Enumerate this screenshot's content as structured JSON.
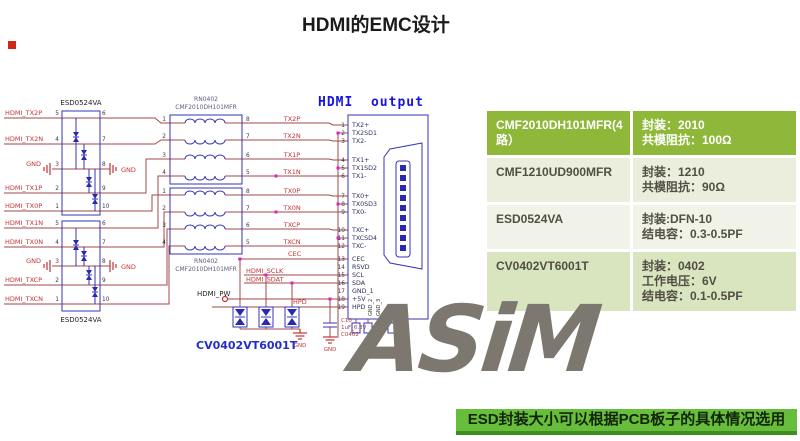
{
  "page": {
    "title": "HDMI的EMC设计"
  },
  "schematic": {
    "hdmi_title": "HDMI  output",
    "esd1": {
      "name": "ESD0524VA",
      "rows": [
        {
          "signal": "HDMI_TX2P",
          "pl": "5",
          "pr": "6"
        },
        {
          "signal": "HDMI_TX2N",
          "pl": "4",
          "pr": "7"
        },
        {
          "signal": "GND",
          "pl": "3",
          "pr": "8",
          "gnd": "GND"
        },
        {
          "signal": "HDMI_TX1P",
          "pl": "2",
          "pr": "9"
        },
        {
          "signal": "HDMI_TX0P",
          "pl": "1",
          "pr": "10"
        }
      ]
    },
    "esd2": {
      "name": "ESD0524VA",
      "rows": [
        {
          "signal": "HDMI_TX1N",
          "pl": "5",
          "pr": "6"
        },
        {
          "signal": "HDMI_TX0N",
          "pl": "4",
          "pr": "7"
        },
        {
          "signal": "GND",
          "pl": "3",
          "pr": "8",
          "gnd": "GND"
        },
        {
          "signal": "HDMI_TXCP",
          "pl": "2",
          "pr": "9"
        },
        {
          "signal": "HDMI_TXCN",
          "pl": "1",
          "pr": "10"
        }
      ]
    },
    "cmf1": {
      "ref": "RN0402",
      "part": "CMF2010DH101MFR",
      "pins_l": [
        "1",
        "2",
        "3",
        "4"
      ],
      "pins_r": [
        "8",
        "7",
        "6",
        "5"
      ]
    },
    "cmf2": {
      "ref": "RN0402",
      "part": "CMF2010DH101MFR",
      "pins_l": [
        "1",
        "2",
        "3",
        "4"
      ],
      "pins_r": [
        "8",
        "7",
        "6",
        "5"
      ]
    },
    "net_labels": [
      "TX2P",
      "TX2N",
      "TX1P",
      "TX1N",
      "TX0P",
      "TX0N",
      "TXCP",
      "TXCN"
    ],
    "connector": {
      "pins": [
        {
          "n": "1",
          "name": "TX2+"
        },
        {
          "n": "2",
          "name": "TX2SD1"
        },
        {
          "n": "3",
          "name": "TX2-"
        },
        {
          "n": "4",
          "name": "TX1+"
        },
        {
          "n": "5",
          "name": "TX1SD2"
        },
        {
          "n": "6",
          "name": "TX1-"
        },
        {
          "n": "7",
          "name": "TX0+"
        },
        {
          "n": "8",
          "name": "TX0SD3"
        },
        {
          "n": "9",
          "name": "TX0-"
        },
        {
          "n": "10",
          "name": "TXC+"
        },
        {
          "n": "11",
          "name": "TXCSD4"
        },
        {
          "n": "12",
          "name": "TXC-"
        },
        {
          "n": "13",
          "name": "CEC"
        },
        {
          "n": "14",
          "name": "RSVD"
        },
        {
          "n": "15",
          "name": "SCL"
        },
        {
          "n": "16",
          "name": "SDA"
        },
        {
          "n": "17",
          "name": "GND_1"
        },
        {
          "n": "18",
          "name": "+5V"
        },
        {
          "n": "19",
          "name": "HPD"
        }
      ],
      "gnd_pins": [
        "GND_2",
        "GND_3"
      ]
    },
    "aux": {
      "cec": "CEC",
      "sclk": "HDMI_SCLK",
      "sdat": "HDMI_SDAT",
      "pw": "HDMI_PW",
      "hpd": "HPD"
    },
    "varistor_label": "CV0402VT6001T",
    "cap": {
      "ref": "C10",
      "value": "1uF_6.3V",
      "pkg": "C0402"
    },
    "gnd_label": "GND"
  },
  "watermark": {
    "text": "ASiM"
  },
  "table": {
    "rows": [
      {
        "part": "CMF2010DH101MFR(4路）",
        "specs": [
          "封装：2010",
          "共模阻抗：100Ω"
        ]
      },
      {
        "part": "CMF1210UD900MFR",
        "specs": [
          "封装：1210",
          "共模阻抗：90Ω"
        ]
      },
      {
        "part": "ESD0524VA",
        "specs": [
          "封装:DFN-10",
          "结电容：0.3-0.5PF"
        ]
      },
      {
        "part": "CV0402VT6001T",
        "specs": [
          "封装：0402",
          "工作电压：6V",
          "结电容：0.1-0.5PF"
        ]
      }
    ]
  },
  "banner": {
    "text": "ESD封装大小可以根据PCB板子的具体情况选用"
  },
  "colors": {
    "accent_green": "#8fb739",
    "banner_green": "#67be3a",
    "wire_red": "#a04848",
    "component_blue": "#3333b8"
  }
}
